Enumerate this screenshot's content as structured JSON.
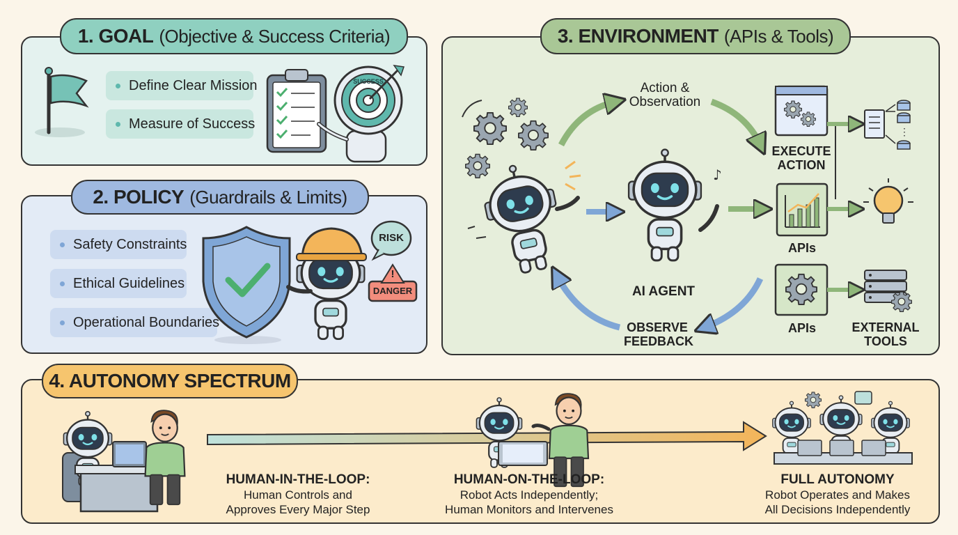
{
  "goal": {
    "title": "1. GOAL",
    "subtitle": "(Objective & Success Criteria)",
    "items": [
      "Define Clear Mission",
      "Measure of Success"
    ],
    "badge": "SUCCESS"
  },
  "policy": {
    "title": "2. POLICY",
    "subtitle": "(Guardrails & Limits)",
    "items": [
      "Safety Constraints",
      "Ethical Guidelines",
      "Operational Boundaries"
    ],
    "risk_label": "RISK",
    "danger_label": "DANGER",
    "danger_mark": "!"
  },
  "environment": {
    "title": "3. ENVIRONMENT",
    "subtitle": "(APIs & Tools)",
    "action_observation": "Action & Observation",
    "execute_action": "EXECUTE ACTION",
    "apis_1": "APIs",
    "apis_2": "APIs",
    "external_tools": "EXTERNAL TOOLS",
    "ai_agent": "AI AGENT",
    "observe_feedback": "OBSERVE FEEDBACK"
  },
  "autonomy": {
    "title": "4. AUTONOMY SPECTRUM",
    "levels": [
      {
        "title": "HUMAN-IN-THE-LOOP:",
        "line1": "Human Controls and",
        "line2": "Approves Every Major Step"
      },
      {
        "title": "HUMAN-ON-THE-LOOP:",
        "line1": "Robot Acts Independently;",
        "line2": "Human Monitors and Intervenes"
      },
      {
        "title": "FULL AUTONOMY",
        "line1": "Robot Operates and Makes",
        "line2": "All Decisions Independently"
      }
    ]
  },
  "colors": {
    "goal_bg": "#e4f2ef",
    "goal_pill": "#8fd0c0",
    "policy_bg": "#e3ebf6",
    "policy_pill": "#9fb9e0",
    "env_bg": "#e6eedb",
    "env_pill": "#a9c796",
    "auto_bg": "#fcebcb",
    "auto_pill": "#f6c56e",
    "robot_screen": "#2e3c4e",
    "robot_eye": "#7fe0e8",
    "accent_teal": "#5fb8ad",
    "accent_blue": "#7fa6d6",
    "accent_green": "#8fb67a",
    "accent_orange": "#f3b55a"
  }
}
